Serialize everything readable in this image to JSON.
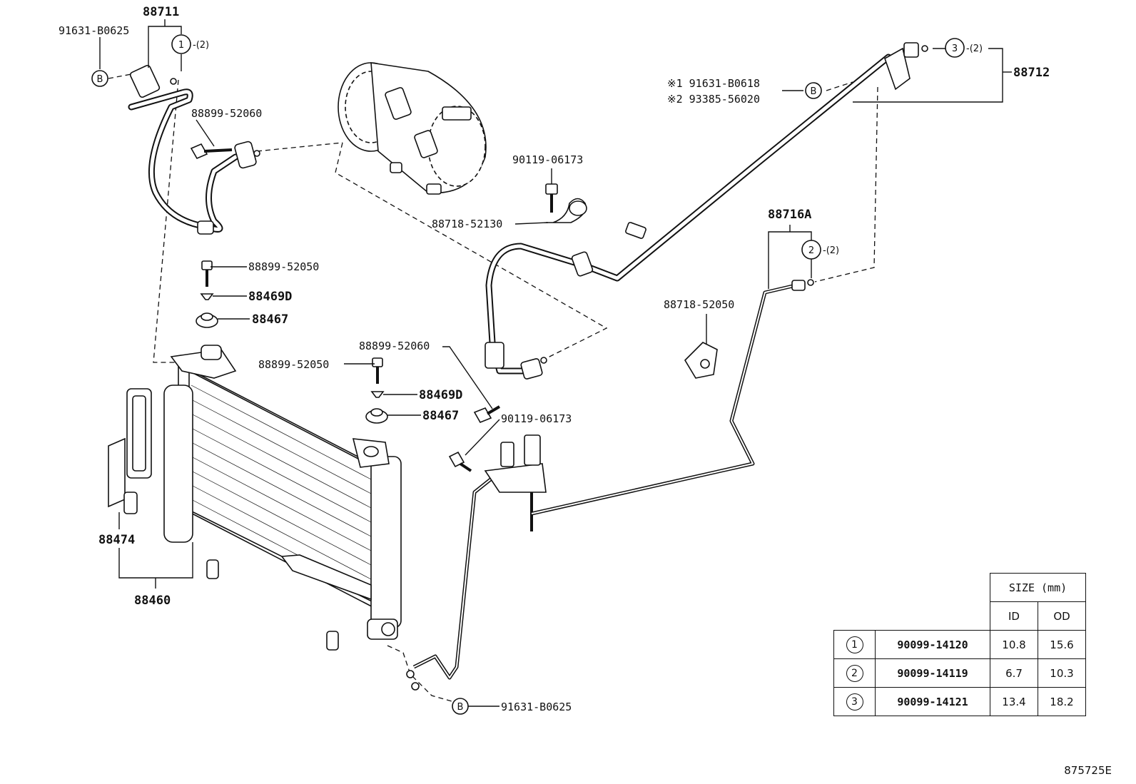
{
  "labels": {
    "p88711": "88711",
    "p91631_b0625_top": "91631-B0625",
    "ring1_qty": "-(2)",
    "p88899_52060_top": "88899-52060",
    "p88899_52050_upper": "88899-52050",
    "p88469d_upper": "88469D",
    "p88467_upper": "88467",
    "p90119_06173_upper": "90119-06173",
    "p88718_52130": "88718-52130",
    "p88899_52060_mid": "88899-52060",
    "p88899_52050_lower": "88899-52050",
    "p88469d_lower": "88469D",
    "p88467_lower": "88467",
    "p90119_06173_lower": "90119-06173",
    "p88474": "88474",
    "p88460": "88460",
    "p91631_b0625_bottom": "91631-B0625",
    "p88712": "88712",
    "ring3_qty": "-(2)",
    "note1": "※1 91631-B0618",
    "note2": "※2 93385-56020",
    "p88716a": "88716A",
    "ring2_qty": "-(2)",
    "p88718_52050": "88718-52050",
    "ring1": "1",
    "ring2": "2",
    "ring3": "3",
    "b_marker": "B"
  },
  "size_table": {
    "header_size": "SIZE (mm)",
    "header_id": "ID",
    "header_od": "OD",
    "rows": [
      {
        "key": "1",
        "part": "90099-14120",
        "id": "10.8",
        "od": "15.6"
      },
      {
        "key": "2",
        "part": "90099-14119",
        "id": "6.7",
        "od": "10.3"
      },
      {
        "key": "3",
        "part": "90099-14121",
        "id": "13.4",
        "od": "18.2"
      }
    ]
  },
  "illustration_code": "875725E"
}
